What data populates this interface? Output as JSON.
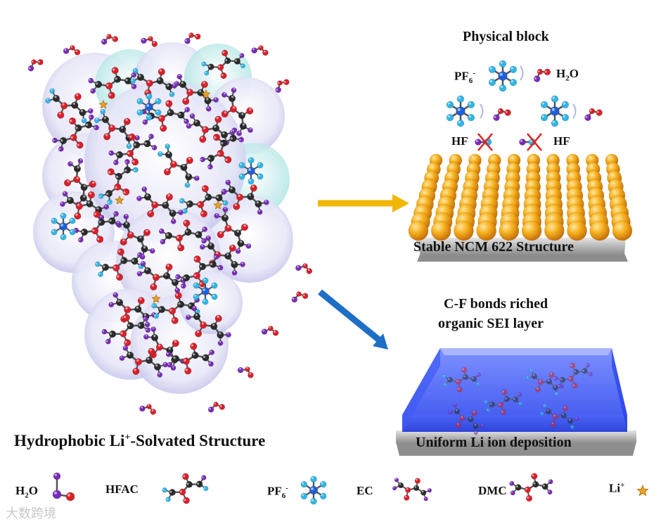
{
  "labels": {
    "physical_block": "Physical block",
    "pf6_top": "PF",
    "pf6_top_sub": "6",
    "pf6_top_sup": "-",
    "h2o_top": "H",
    "h2o_top_sub": "2",
    "h2o_top_tail": "O",
    "hf_left": "HF",
    "hf_right": "HF",
    "stable_structure": "Stable NCM 622 Structure",
    "sei_line1": "C-F bonds riched",
    "sei_line2": "organic SEI layer",
    "uniform_deposition": "Uniform Li ion deposition",
    "solvated_title_pre": "Hydrophobic Li",
    "solvated_title_sup": "+",
    "solvated_title_post": "-Solvated Structure"
  },
  "legend": {
    "h2o": "H",
    "h2o_sub": "2",
    "h2o_tail": "O",
    "hfac": "HFAC",
    "pf6": "PF",
    "pf6_sub": "6",
    "pf6_sup": "-",
    "ec": "EC",
    "dmc": "DMC",
    "li": "Li",
    "li_sup": "+"
  },
  "watermark": "大数跨境",
  "colors": {
    "carbon": "#2b2b2b",
    "oxygen": "#d8202a",
    "hydrogen": "#7a2bb8",
    "fluorine": "#2fb6e8",
    "phosphorus": "#1e5fd6",
    "lithium": "#e8a22a",
    "arrow_yellow": "#f2b705",
    "arrow_blue": "#1e6fc4",
    "sei_blue": "#2a52f0",
    "ncm_orange": "#f3a21c"
  }
}
